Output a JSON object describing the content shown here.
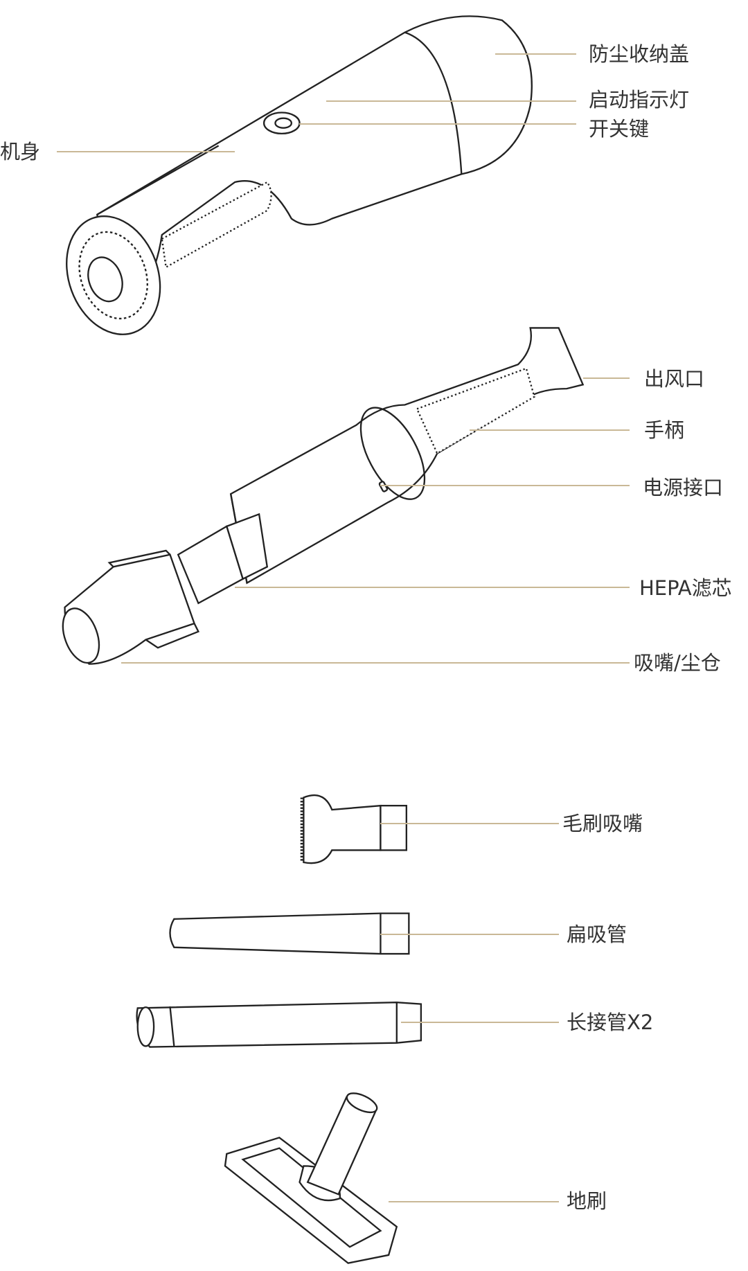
{
  "colors": {
    "leader_line": "#c9b896",
    "drawing": "#222222",
    "label": "#333333"
  },
  "labels": {
    "dust_cover": "防尘收纳盖",
    "indicator_light": "启动指示灯",
    "power_switch": "开关键",
    "body": "机身",
    "air_outlet": "出风口",
    "handle": "手柄",
    "charging_port": "电源接口",
    "hepa_filter": "HEPA滤芯",
    "nozzle_dust_bin": "吸嘴/尘仓",
    "brush_nozzle": "毛刷吸嘴",
    "flat_nozzle": "扁吸管",
    "extension_tube": "长接管X2",
    "floor_brush": "地刷"
  }
}
